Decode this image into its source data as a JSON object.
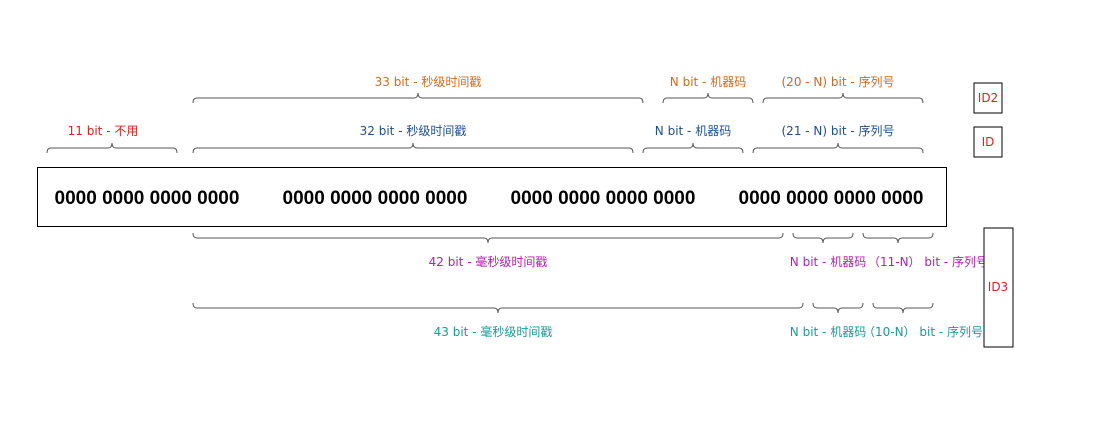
{
  "colors": {
    "id2": "#d06a1e",
    "id": "#1f4e8c",
    "id3_purple": "#b01fb0",
    "id3_teal": "#1a9a9a",
    "red": "#e0201e",
    "black": "#000000"
  },
  "id_boxes": {
    "id2": "ID2",
    "id": "ID",
    "id3": "ID3"
  },
  "bit_groups": [
    "0000 0000 0000 0000",
    "0000 0000 0000 0000",
    "0000 0000 0000 0000",
    "0000 0000 0000 0000"
  ],
  "rows": {
    "id2": {
      "timestamp": "33 bit - 秒级时间戳",
      "machine": "N bit - 机器码",
      "sequence": "(20 - N) bit - 序列号"
    },
    "id": {
      "unused": "11 bit - 不用",
      "timestamp": "32 bit - 秒级时间戳",
      "machine": "N bit - 机器码",
      "sequence": "(21 - N) bit - 序列号"
    },
    "id3_a": {
      "timestamp": "42 bit - 毫秒级时间戳",
      "machine": "N bit - 机器码",
      "sequence": "（11-N）  bit - 序列号"
    },
    "id3_b": {
      "timestamp": "43 bit - 毫秒级时间戳",
      "machine": "N bit - 机器码",
      "sequence": "（10-N）  bit - 序列号"
    }
  }
}
